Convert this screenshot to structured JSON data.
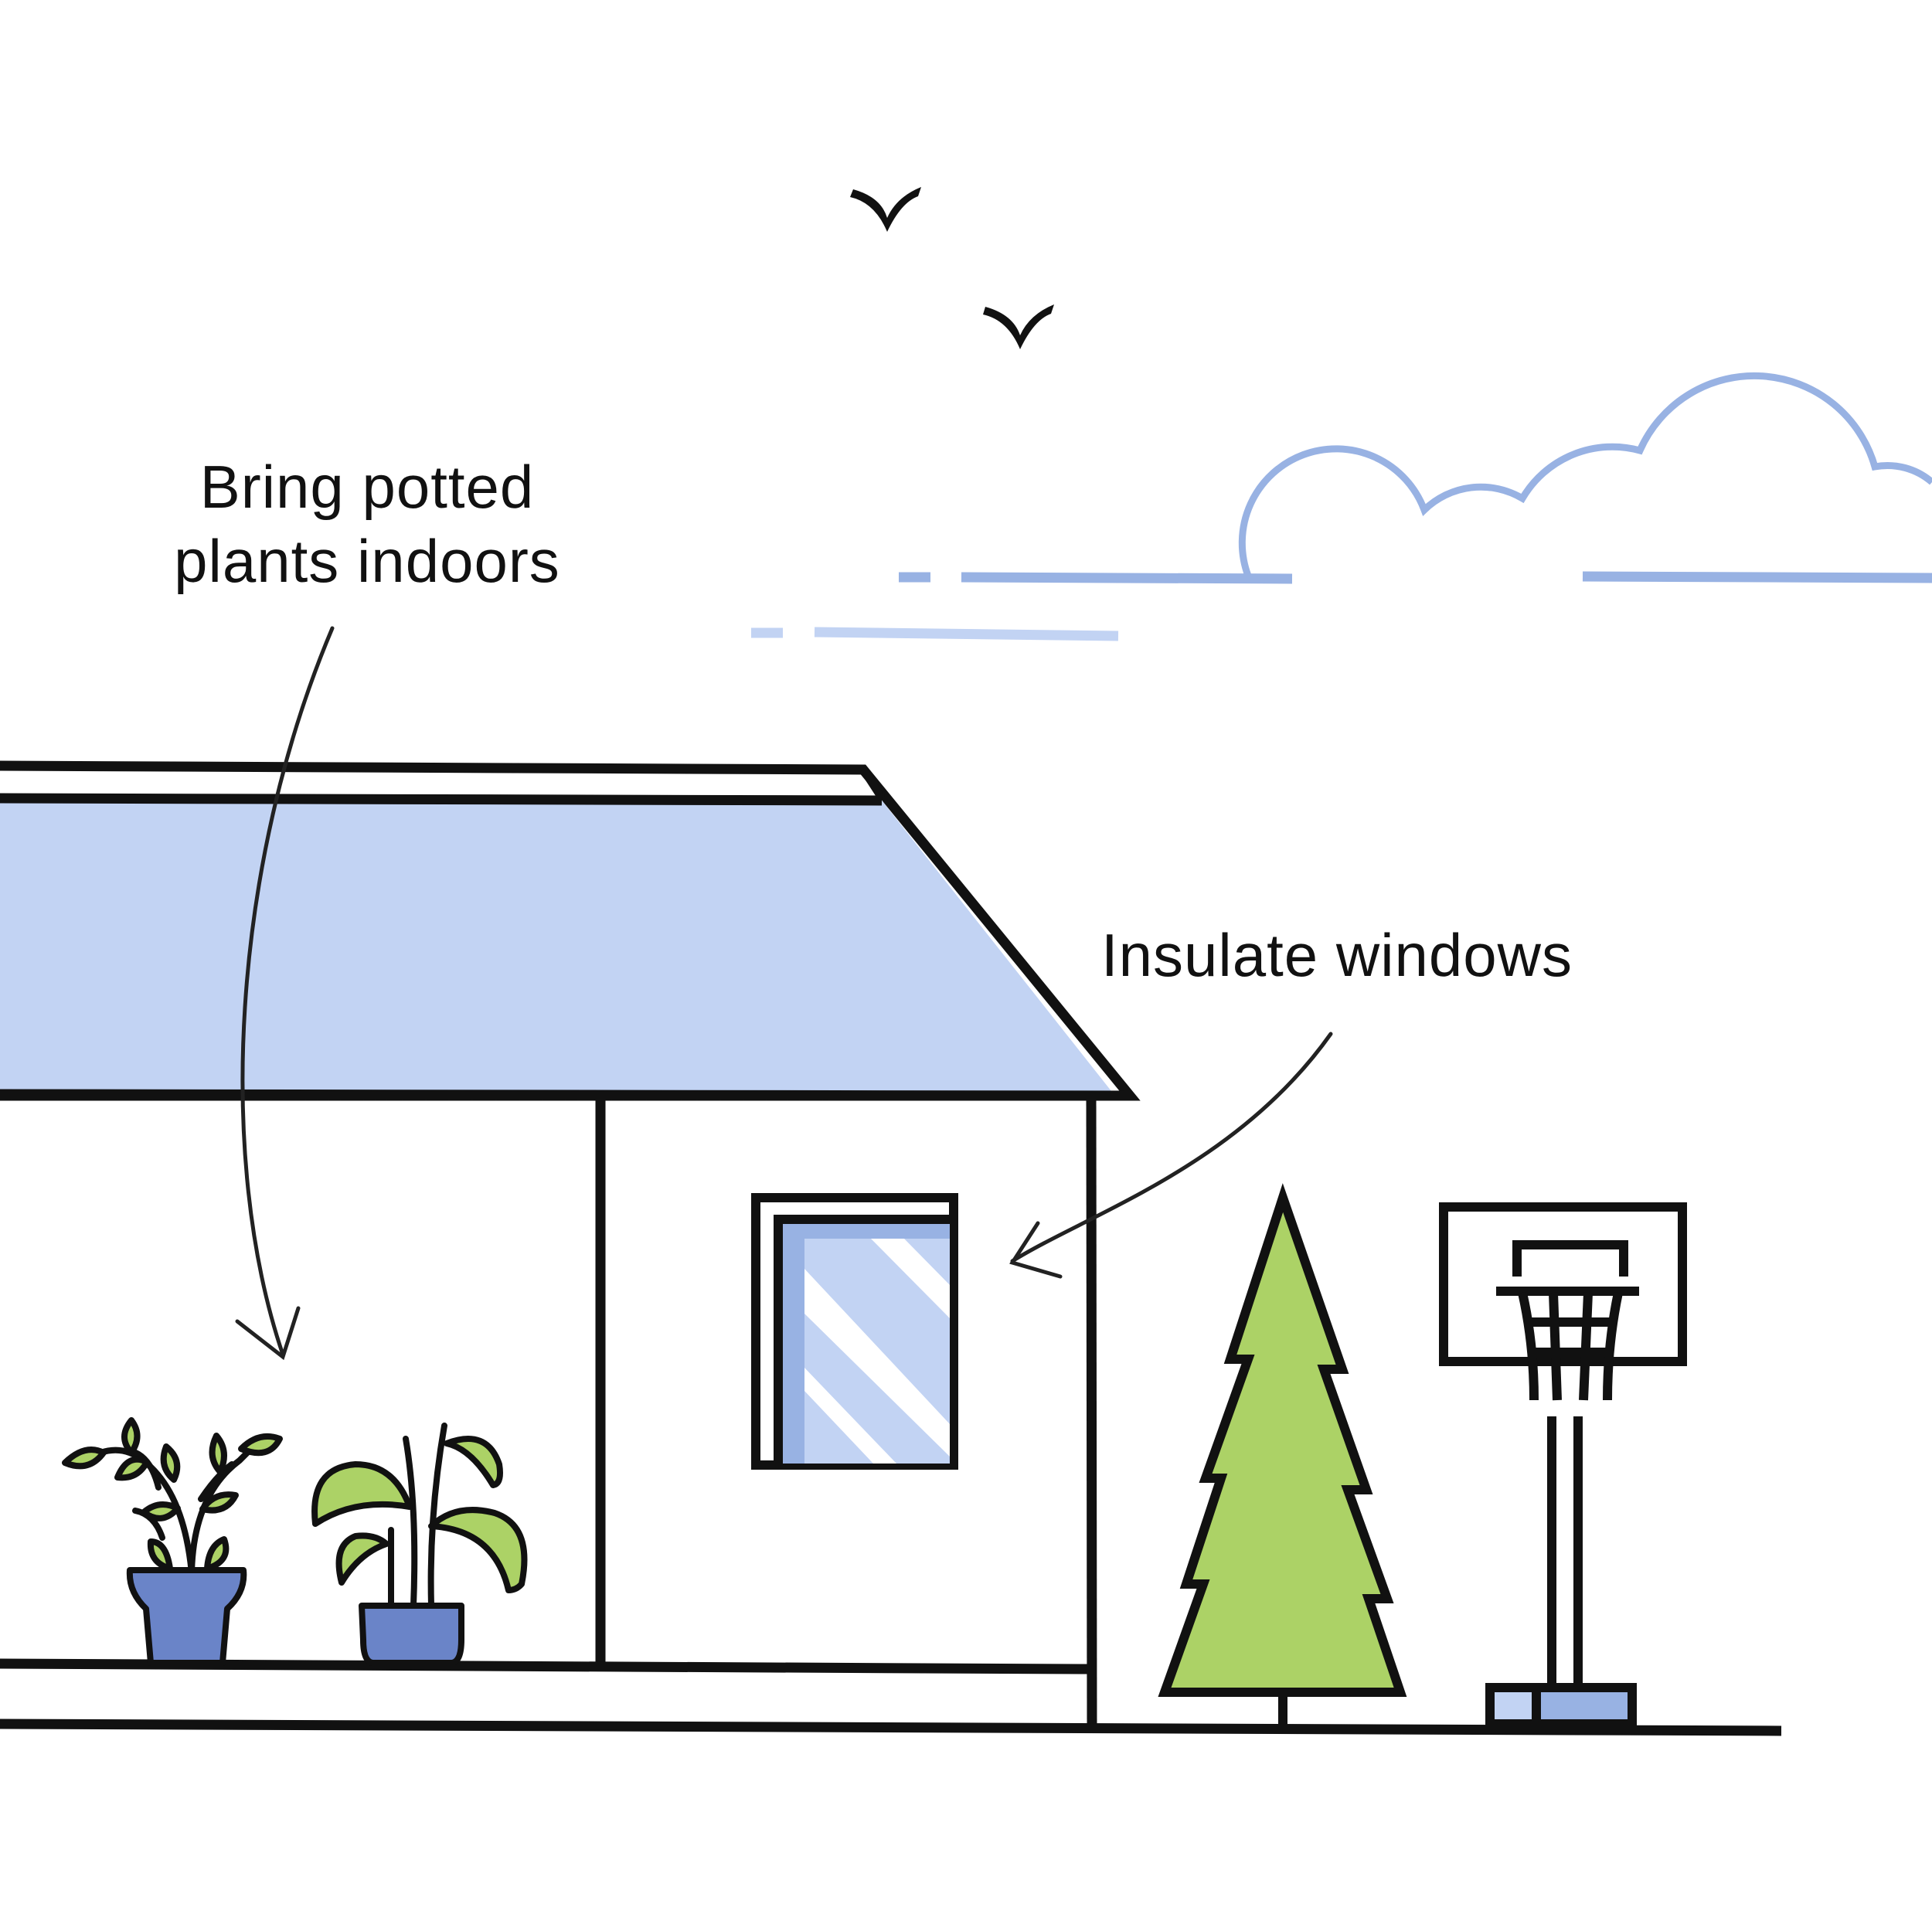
{
  "annotations": {
    "plants_line1": "Bring potted",
    "plants_line2": "plants indoors",
    "windows": "Insulate windows"
  },
  "colors": {
    "outline": "#111111",
    "roof_blue": "#c2d3f3",
    "window_blue": "#c2d3f3",
    "window_shade": "#98b2e3",
    "pot_blue": "#6a84c8",
    "leaf_green": "#acd266",
    "cloud_blue": "#98b2e3",
    "wind_light": "#c2d3f3",
    "base_blue": "#98b2e3",
    "base_light": "#c2d3f3",
    "background": "#ffffff"
  },
  "icons": {
    "birds": "bird-icon",
    "cloud": "cloud-icon",
    "tree": "pine-tree-icon",
    "hoop": "basketball-hoop-icon",
    "plants": "potted-plant-icon",
    "window": "window-icon",
    "arrows": "curved-arrow-icon"
  }
}
